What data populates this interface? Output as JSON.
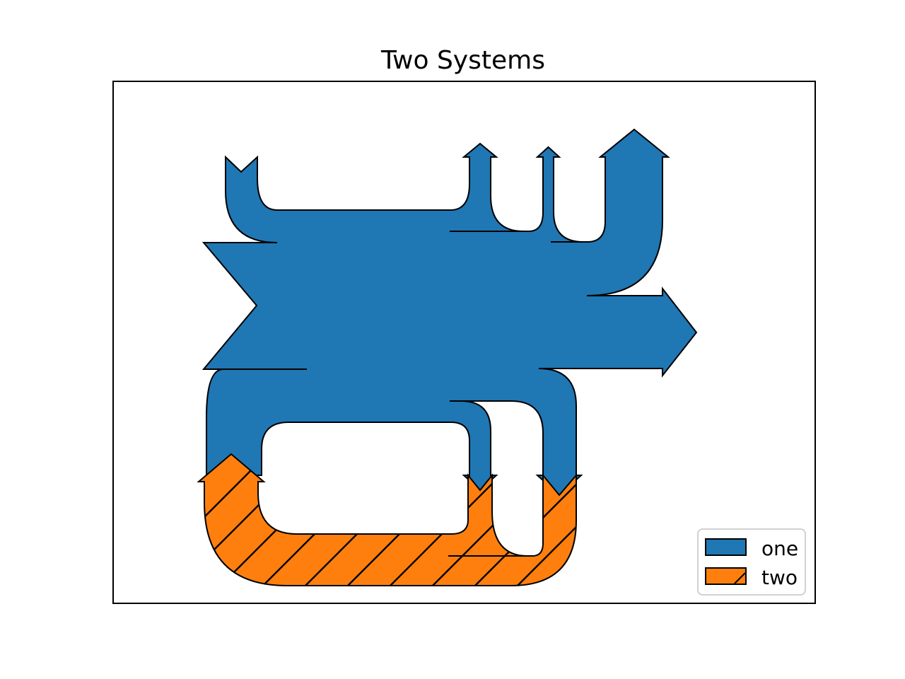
{
  "figure": {
    "title": "Two Systems",
    "background": "#ffffff",
    "frame_color": "#000000"
  },
  "colors": {
    "one": "#1f77b4",
    "two": "#ff7f0e",
    "edge": "#000000",
    "legend_border": "#cccccc"
  },
  "legend": {
    "position": "lower right",
    "items": [
      {
        "label": "one",
        "color": "#1f77b4",
        "hatch": null
      },
      {
        "label": "two",
        "color": "#ff7f0e",
        "hatch": "/"
      }
    ]
  },
  "chart_data": {
    "type": "sankey",
    "title": "Two Systems",
    "axes": {
      "xticks": [],
      "yticks": [],
      "frame": true
    },
    "legend_position": "lower right",
    "systems": [
      {
        "label": "one",
        "color": "#1f77b4",
        "hatch": null,
        "flows": [
          0.25,
          0.15,
          0.6,
          -0.1,
          -0.05,
          -0.25,
          -0.15,
          -0.1,
          -0.35
        ],
        "orientations": [
          -1,
          1,
          0,
          1,
          1,
          1,
          -1,
          -1,
          0
        ],
        "description": "inputs: 0.25 from below-left (from system two), 0.15 from top, 0.60 from left; outputs: 0.10, 0.05, 0.25 upward, 0.10 and 0.15 downward (into system two), 0.35 to the right"
      },
      {
        "label": "two",
        "color": "#ff7f0e",
        "hatch": "/",
        "flows": [
          -0.25,
          0.15,
          0.1
        ],
        "orientations": [
          -1,
          -1,
          -1
        ],
        "connection": "connected to system one at flow 0 (closed loop along the bottom)"
      }
    ]
  }
}
